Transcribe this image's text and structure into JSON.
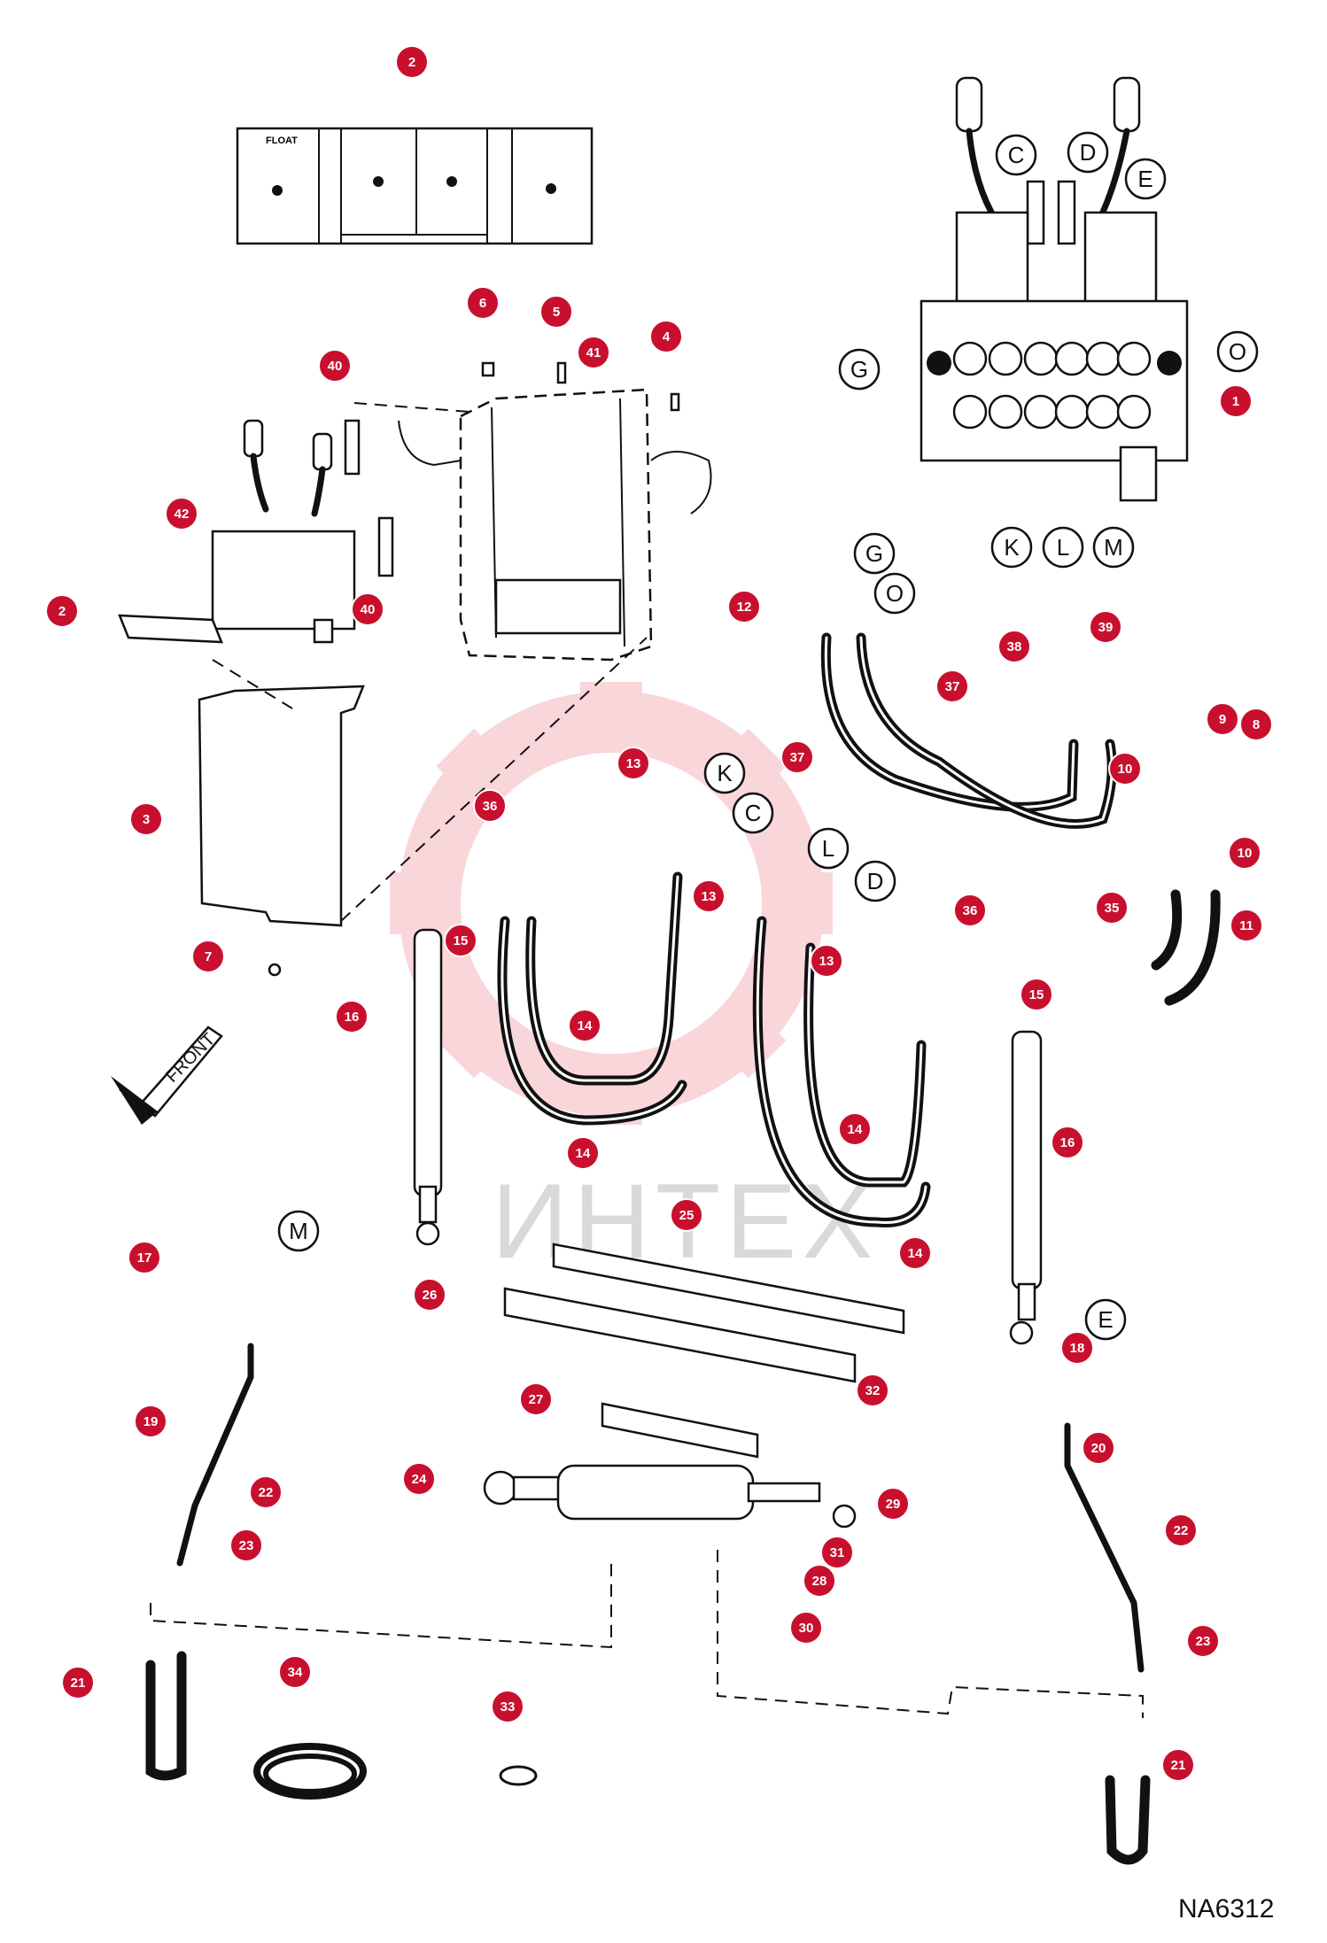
{
  "figure_code": "NA6312",
  "watermark": "ИНТЕХ",
  "front_label": "FRONT",
  "decal_texts": {
    "float": "FLOAT"
  },
  "ports": [
    {
      "id": "port-c",
      "label": "C"
    },
    {
      "id": "port-d",
      "label": "D"
    },
    {
      "id": "port-e",
      "label": "E"
    },
    {
      "id": "port-g",
      "label": "G"
    },
    {
      "id": "port-o",
      "label": "O"
    },
    {
      "id": "port-k",
      "label": "K"
    },
    {
      "id": "port-l",
      "label": "L"
    },
    {
      "id": "port-m",
      "label": "M"
    },
    {
      "id": "port-g2",
      "label": "G"
    },
    {
      "id": "port-o2",
      "label": "O"
    },
    {
      "id": "port-k2",
      "label": "K"
    },
    {
      "id": "port-c2",
      "label": "C"
    },
    {
      "id": "port-l2",
      "label": "L"
    },
    {
      "id": "port-d2",
      "label": "D"
    },
    {
      "id": "port-m2",
      "label": "M"
    },
    {
      "id": "port-e2",
      "label": "E"
    }
  ],
  "callouts": [
    {
      "n": "2"
    },
    {
      "n": "1"
    },
    {
      "n": "6"
    },
    {
      "n": "5"
    },
    {
      "n": "41"
    },
    {
      "n": "4"
    },
    {
      "n": "40"
    },
    {
      "n": "42"
    },
    {
      "n": "40"
    },
    {
      "n": "2"
    },
    {
      "n": "3"
    },
    {
      "n": "7"
    },
    {
      "n": "12"
    },
    {
      "n": "38"
    },
    {
      "n": "39"
    },
    {
      "n": "37"
    },
    {
      "n": "37"
    },
    {
      "n": "9"
    },
    {
      "n": "8"
    },
    {
      "n": "10"
    },
    {
      "n": "10"
    },
    {
      "n": "35"
    },
    {
      "n": "11"
    },
    {
      "n": "13"
    },
    {
      "n": "36"
    },
    {
      "n": "15"
    },
    {
      "n": "13"
    },
    {
      "n": "13"
    },
    {
      "n": "36"
    },
    {
      "n": "15"
    },
    {
      "n": "16"
    },
    {
      "n": "14"
    },
    {
      "n": "14"
    },
    {
      "n": "14"
    },
    {
      "n": "14"
    },
    {
      "n": "16"
    },
    {
      "n": "25"
    },
    {
      "n": "26"
    },
    {
      "n": "17"
    },
    {
      "n": "19"
    },
    {
      "n": "22"
    },
    {
      "n": "23"
    },
    {
      "n": "27"
    },
    {
      "n": "32"
    },
    {
      "n": "18"
    },
    {
      "n": "20"
    },
    {
      "n": "24"
    },
    {
      "n": "29"
    },
    {
      "n": "31"
    },
    {
      "n": "28"
    },
    {
      "n": "30"
    },
    {
      "n": "22"
    },
    {
      "n": "23"
    },
    {
      "n": "21"
    },
    {
      "n": "34"
    },
    {
      "n": "33"
    },
    {
      "n": "21"
    }
  ]
}
